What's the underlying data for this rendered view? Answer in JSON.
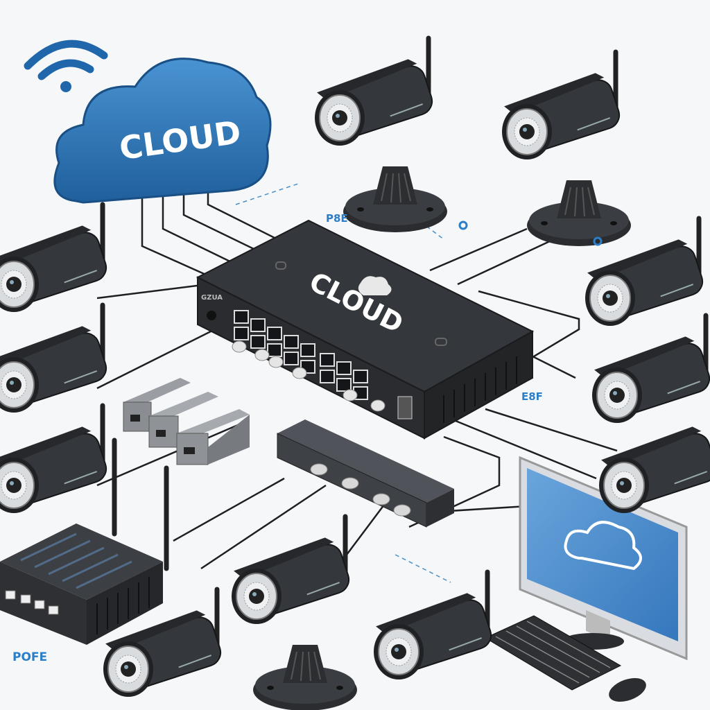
{
  "cloud": {
    "label": "CLOUD",
    "color": "#2f78b8"
  },
  "switch": {
    "label": "CLOUD",
    "model_label": "GZUA"
  },
  "labels": {
    "poe_top": "P8E",
    "poe_right": "E8F",
    "poe_bottom": "POFE"
  },
  "colors": {
    "device": "#2b2d30",
    "accent": "#2a7fc8",
    "screen": "#4d8fd0"
  },
  "icons": [
    "wifi-icon",
    "cloud-icon",
    "camera-icon",
    "switch-icon",
    "router-icon",
    "monitor-icon",
    "keyboard-icon",
    "mouse-icon"
  ]
}
